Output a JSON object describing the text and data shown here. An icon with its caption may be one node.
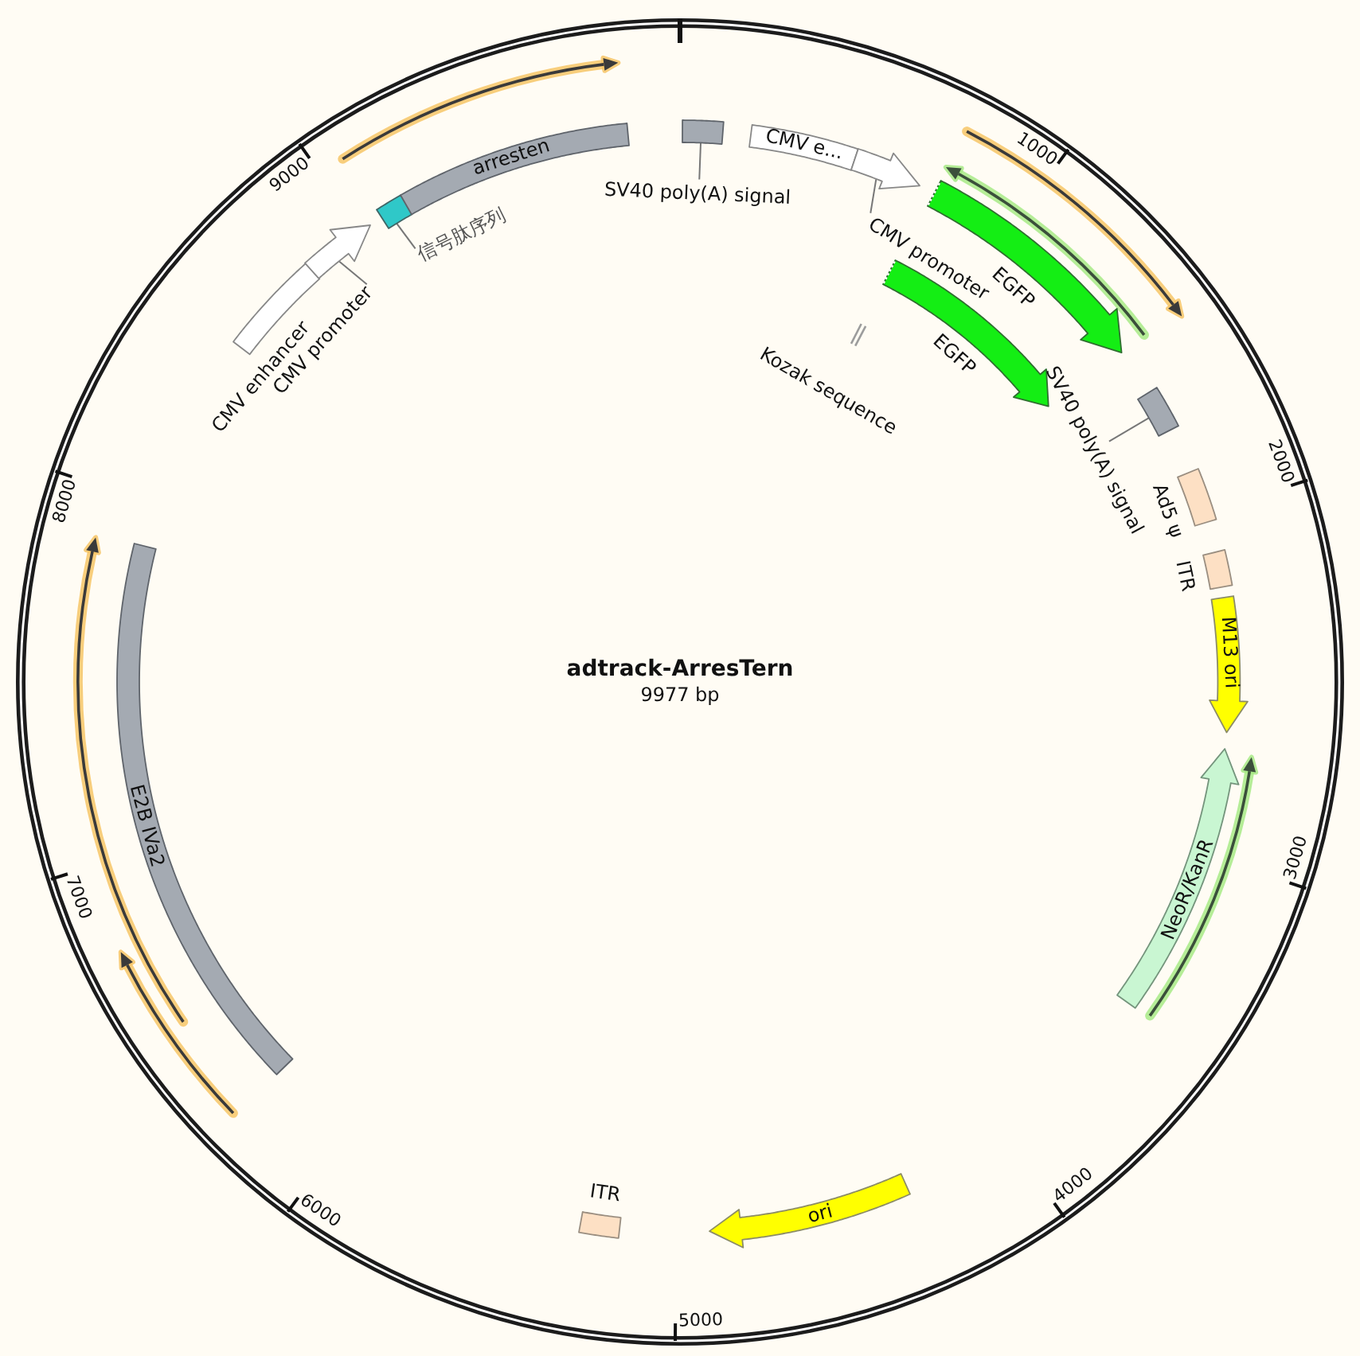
{
  "diagram": {
    "title": "adtrack-ArresTern",
    "nodes": [
      {
        "text": [],
        "shape": "box"
      },
      {
        "text": [
          "SV40 poly(A) signal"
        ]
      },
      {
        "text": [
          "CMV e..."
        ]
      },
      {
        "text": [],
        "shape": "arrow"
      },
      {
        "text": [
          "CMV promoter"
        ]
      },
      {
        "text": [],
        "shape": "arrow",
        "beside": [
          "EGFP"
        ]
      },
      {
        "text": [],
        "shape": "arrow",
        "beside": [
          "EGFP"
        ]
      },
      {
        "text": [],
        "shape": "bar",
        "beside": [
          "Kozak sequence"
        ]
      },
      {
        "text": [],
        "shape": "box"
      },
      {
        "text": [
          "SV40 poly(A) signal"
        ]
      },
      {
        "text": [],
        "shape": "box",
        "beside": [
          "Ad5 ψ"
        ]
      },
      {
        "text": [],
        "shape": "box",
        "beside": [
          "ITR"
        ]
      },
      {
        "text": [
          "M13 ori"
        ]
      },
      {
        "text": [
          "NeoR/KanR"
        ]
      },
      {
        "text": [
          "ori"
        ]
      },
      {
        "text": [],
        "shape": "box",
        "beside": [
          "ITR"
        ]
      },
      {
        "text": [
          "E2B IVa2"
        ]
      },
      {
        "text": [],
        "shape": "box",
        "beside": [
          "CMV enhancer"
        ]
      },
      {
        "text": [],
        "shape": "arrow"
      },
      {
        "text": [
          "CMV promoter"
        ]
      },
      {
        "text": [],
        "shape": "box"
      },
      {
        "text": [
          "信号肽序列"
        ]
      },
      {
        "text": [
          "arresten"
        ]
      }
    ],
    "edges": [
      {
        "from": 1,
        "to": 0,
        "arrow": "none"
      },
      {
        "from": 4,
        "to": 3,
        "arrow": "none"
      },
      {
        "from": 9,
        "to": 8,
        "arrow": "none"
      },
      {
        "from": 19,
        "to": 18,
        "arrow": "none"
      },
      {
        "from": 21,
        "to": 20,
        "arrow": "none"
      }
    ],
    "labels": [
      "9977 bp",
      "1000",
      "2000",
      "3000",
      "4000",
      "5000",
      "6000",
      "7000",
      "8000",
      "9000"
    ]
  }
}
